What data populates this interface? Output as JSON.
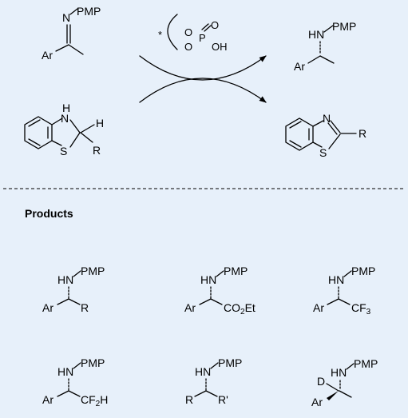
{
  "labels": {
    "pmp": "PMP",
    "ar": "Ar",
    "n": "N",
    "hn": "HN",
    "h": "H",
    "s": "S",
    "r": "R",
    "r_prime": "R'",
    "d": "D",
    "co2et_co": "CO",
    "co2et_2": "2",
    "co2et_et": "Et",
    "cf3_cf": "CF",
    "cf3_3": "3",
    "cf2h_cf": "CF",
    "cf2h_2": "2",
    "cf2h_h": "H",
    "star": "*",
    "o": "O",
    "p": "P",
    "oh": "OH"
  },
  "section_title": "Products",
  "colors": {
    "background": "#e7f0fa",
    "ink": "#000000"
  }
}
